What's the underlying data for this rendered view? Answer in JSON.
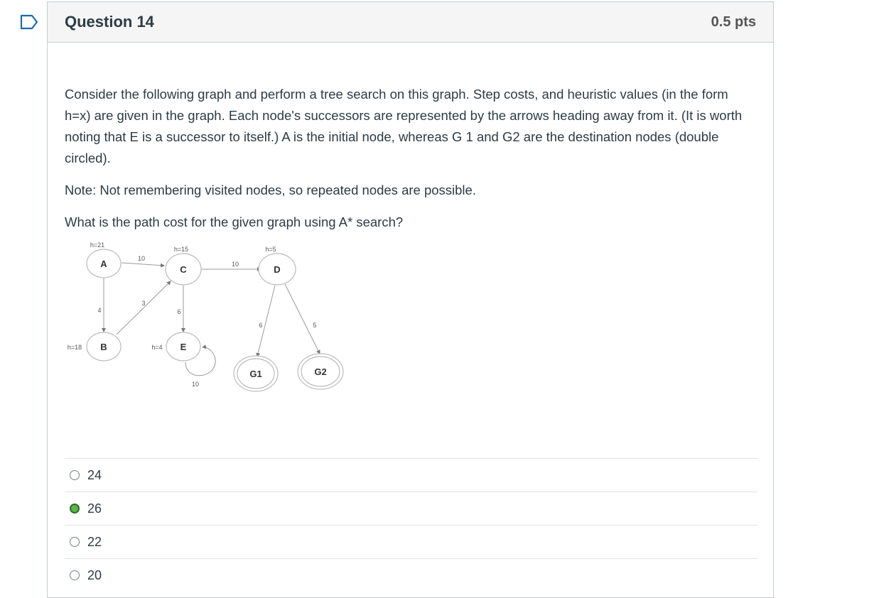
{
  "question": {
    "title": "Question 14",
    "points": "0.5 pts",
    "paragraph_1": "Consider the following graph and perform a tree search on this graph. Step costs, and heuristic values (in the form h=x) are given in the graph. Each node's successors are represented by the arrows heading away from it. (It is worth noting that E is a successor to itself.) A is the initial node, whereas G 1 and G2 are the destination nodes (double circled).",
    "paragraph_2": "Note: Not remembering visited nodes, so repeated nodes are possible.",
    "paragraph_3": "What is the path cost for the given graph using A* search?"
  },
  "graph": {
    "nodes": {
      "A": {
        "label": "A",
        "h": "h=21"
      },
      "B": {
        "label": "B",
        "h": "h=18"
      },
      "C": {
        "label": "C",
        "h": "h=15"
      },
      "D": {
        "label": "D",
        "h": "h=5"
      },
      "E": {
        "label": "E",
        "h": "h=4"
      },
      "G1": {
        "label": "G1"
      },
      "G2": {
        "label": "G2"
      }
    },
    "edges": {
      "A_C": "10",
      "A_B": "4",
      "B_C": "3",
      "C_E": "6",
      "C_D": "10",
      "D_G1": "6",
      "D_G2": "5",
      "E_E": "10"
    }
  },
  "answers": [
    {
      "label": "24",
      "selected": false
    },
    {
      "label": "26",
      "selected": true
    },
    {
      "label": "22",
      "selected": false
    },
    {
      "label": "20",
      "selected": false
    }
  ],
  "colors": {
    "selected_fill": "#5eb34c",
    "accent": "#2d3b45",
    "flag": "#1d6aa8"
  }
}
